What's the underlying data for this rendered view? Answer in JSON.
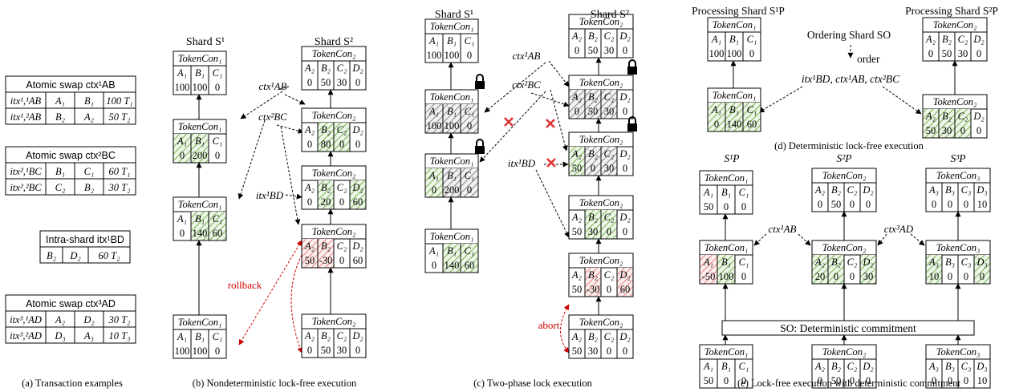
{
  "colors": {
    "line": "#000000",
    "green": "#6aa84f",
    "red": "#e06666",
    "gray": "#666666",
    "arrow_red": "#cc0000",
    "mark_red": "#e03030"
  },
  "panel_a": {
    "caption": "(a) Transaction examples",
    "tables": [
      {
        "title": "Atomic swap ctx¹AB",
        "rows": [
          [
            "itx¹,¹AB",
            "A₁",
            "B₁",
            "100 T₁"
          ],
          [
            "itx¹,²AB",
            "B₂",
            "A₂",
            "50 T₂"
          ]
        ]
      },
      {
        "title": "Atomic swap ctx²BC",
        "rows": [
          [
            "itx²,¹BC",
            "B₁",
            "C₁",
            "60 T₁"
          ],
          [
            "itx²,²BC",
            "C₂",
            "B₂",
            "30 T₂"
          ]
        ]
      },
      {
        "title": "Intra-shard itx¹BD",
        "rows": [
          [
            "B₂",
            "D₂",
            "60 T₂"
          ]
        ]
      },
      {
        "title": "Atomic swap ctx³AD",
        "rows": [
          [
            "itx³,¹AD",
            "A₂",
            "D₂",
            "30 T₂"
          ],
          [
            "itx³,²AD",
            "D₃",
            "A₃",
            "10 T₃"
          ]
        ]
      }
    ]
  },
  "panel_b": {
    "caption": "(b) Nondeterministic lock-free execution",
    "shard1": "Shard S¹",
    "shard2": "Shard S²",
    "labels": {
      "ctx_ab": "ctx¹AB",
      "ctx_bc": "ctx²BC",
      "itx_bd": "itx¹BD",
      "rollback": "rollback"
    }
  },
  "panel_c": {
    "caption": "(c) Two-phase lock execution",
    "shard1": "Shard S¹",
    "shard2": "Shard S²",
    "labels": {
      "ctx_ab": "ctx¹AB",
      "ctx_bc": "ctx²BC",
      "itx_bd": "itx¹BD",
      "abort": "abort"
    }
  },
  "panel_d": {
    "caption": "(d) Deterministic lock-free execution",
    "shard_p1": "Processing Shard S¹P",
    "shard_p2": "Processing Shard S²P",
    "ordering": "Ordering Shard SO",
    "order": "order",
    "seq": "itx¹BD, ctx¹AB, ctx²BC"
  },
  "panel_e": {
    "caption": "(e) Lock-free execution with deterministic commitment",
    "s1": "S¹P",
    "s2": "S²P",
    "s3": "S³P",
    "commit": "SO: Deterministic commitment",
    "labels": {
      "ctx_ab": "ctx¹AB",
      "ctx_ad": "ctx³AD"
    }
  },
  "contracts": {
    "b1": {
      "name": "TokenCon₁",
      "h": [
        "A₁",
        "B₁",
        "C₁"
      ],
      "v": [
        "100",
        "100",
        "0"
      ]
    },
    "b2": {
      "name": "TokenCon₁",
      "h": [
        "A₁",
        "B₁",
        "C₁"
      ],
      "v": [
        "0",
        "200",
        "0"
      ],
      "hl": [
        "green",
        "green",
        ""
      ]
    },
    "b3": {
      "name": "TokenCon₁",
      "h": [
        "A₁",
        "B₁",
        "C₁"
      ],
      "v": [
        "0",
        "140",
        "60"
      ],
      "hl": [
        "",
        "green",
        "green"
      ]
    },
    "b4": {
      "name": "TokenCon₁",
      "h": [
        "A₁",
        "B₁",
        "C₁"
      ],
      "v": [
        "100",
        "100",
        "0"
      ]
    },
    "b5": {
      "name": "TokenCon₂",
      "h": [
        "A₂",
        "B₂",
        "C₂",
        "D₂"
      ],
      "v": [
        "0",
        "50",
        "30",
        "0"
      ]
    },
    "b6": {
      "name": "TokenCon₂",
      "h": [
        "A₂",
        "B₂",
        "C₂",
        "D₂"
      ],
      "v": [
        "0",
        "80",
        "0",
        "0"
      ],
      "hl": [
        "",
        "green",
        "green",
        ""
      ]
    },
    "b7": {
      "name": "TokenCon₂",
      "h": [
        "A₂",
        "B₂",
        "C₂",
        "D₂"
      ],
      "v": [
        "0",
        "20",
        "0",
        "60"
      ],
      "hl": [
        "",
        "green",
        "",
        "green"
      ]
    },
    "b8": {
      "name": "TokenCon₂",
      "h": [
        "A₂",
        "B₂",
        "C₂",
        "D₂"
      ],
      "v": [
        "50",
        "-30",
        "0",
        "60"
      ],
      "hl": [
        "red",
        "red",
        "",
        ""
      ]
    },
    "b9": {
      "name": "TokenCon₂",
      "h": [
        "A₂",
        "B₂",
        "C₂",
        "D₂"
      ],
      "v": [
        "0",
        "50",
        "30",
        "0"
      ]
    },
    "c1": {
      "name": "TokenCon₁",
      "h": [
        "A₁",
        "B₁",
        "C₁"
      ],
      "v": [
        "100",
        "100",
        "0"
      ]
    },
    "c2": {
      "name": "TokenCon₁",
      "h": [
        "A₁",
        "B₁",
        "C₁"
      ],
      "v": [
        "100",
        "100",
        "0"
      ],
      "hl": [
        "gray",
        "gray",
        "gray"
      ]
    },
    "c3": {
      "name": "TokenCon₁",
      "h": [
        "A₁",
        "B₁",
        "C₁"
      ],
      "v": [
        "0",
        "200",
        "0"
      ],
      "hl": [
        "green",
        "gray",
        "gray"
      ]
    },
    "c4": {
      "name": "TokenCon₁",
      "h": [
        "A₁",
        "B₁",
        "C₁"
      ],
      "v": [
        "0",
        "140",
        "60"
      ],
      "hl": [
        "",
        "green",
        "green"
      ]
    },
    "c5": {
      "name": "TokenCon₂",
      "h": [
        "A₂",
        "B₂",
        "C₂",
        "D₂"
      ],
      "v": [
        "0",
        "50",
        "30",
        "0"
      ]
    },
    "c6": {
      "name": "TokenCon₂",
      "h": [
        "A₂",
        "B₂",
        "C₂",
        "D₂"
      ],
      "v": [
        "0",
        "50",
        "30",
        "0"
      ],
      "hl": [
        "gray",
        "gray",
        "gray",
        ""
      ]
    },
    "c7": {
      "name": "TokenCon₂",
      "h": [
        "A₂",
        "B₂",
        "C₂",
        "D₂"
      ],
      "v": [
        "50",
        "0",
        "30",
        "0"
      ],
      "hl": [
        "green",
        "gray",
        "gray",
        ""
      ]
    },
    "c8": {
      "name": "TokenCon₂",
      "h": [
        "A₂",
        "B₂",
        "C₂",
        "D₂"
      ],
      "v": [
        "50",
        "30",
        "0",
        "0"
      ],
      "hl": [
        "",
        "green",
        "green",
        ""
      ]
    },
    "c9": {
      "name": "TokenCon₂",
      "h": [
        "A₂",
        "B₂",
        "C₂",
        "D₂"
      ],
      "v": [
        "50",
        "-30",
        "0",
        "60"
      ],
      "hl": [
        "",
        "red",
        "",
        "red"
      ]
    },
    "c10": {
      "name": "TokenCon₂",
      "h": [
        "A₂",
        "B₂",
        "C₂",
        "D₂"
      ],
      "v": [
        "50",
        "30",
        "0",
        "0"
      ]
    },
    "d1": {
      "name": "TokenCon₁",
      "h": [
        "A₁",
        "B₁",
        "C₁"
      ],
      "v": [
        "100",
        "100",
        "0"
      ]
    },
    "d2": {
      "name": "TokenCon₁",
      "h": [
        "A₁",
        "B₁",
        "C₁"
      ],
      "v": [
        "0",
        "140",
        "60"
      ],
      "hl": [
        "green",
        "green",
        "green"
      ]
    },
    "d3": {
      "name": "TokenCon₂",
      "h": [
        "A₂",
        "B₂",
        "C₂",
        "D₂"
      ],
      "v": [
        "0",
        "50",
        "30",
        "0"
      ]
    },
    "d4": {
      "name": "TokenCon₂",
      "h": [
        "A₂",
        "B₂",
        "C₂",
        "D₂"
      ],
      "v": [
        "50",
        "30",
        "0",
        "0"
      ],
      "hl": [
        "green",
        "green",
        "green",
        ""
      ]
    },
    "e1": {
      "name": "TokenCon₁",
      "h": [
        "A₁",
        "B₁",
        "C₁"
      ],
      "v": [
        "50",
        "0",
        "0"
      ]
    },
    "e2": {
      "name": "TokenCon₁",
      "h": [
        "A₁",
        "B₁",
        "C₁"
      ],
      "v": [
        "-50",
        "100",
        "0"
      ],
      "hl": [
        "red",
        "green",
        ""
      ]
    },
    "e3": {
      "name": "TokenCon₁",
      "h": [
        "A₁",
        "B₁",
        "C₁"
      ],
      "v": [
        "50",
        "0",
        "0"
      ]
    },
    "e4": {
      "name": "TokenCon₂",
      "h": [
        "A₂",
        "B₂",
        "C₂",
        "D₂"
      ],
      "v": [
        "0",
        "50",
        "0",
        "0"
      ]
    },
    "e5": {
      "name": "TokenCon₂",
      "h": [
        "A₂",
        "B₂",
        "C₂",
        "D₂"
      ],
      "v": [
        "20",
        "0",
        "0",
        "30"
      ],
      "hl": [
        "green",
        "green",
        "",
        "green"
      ]
    },
    "e6": {
      "name": "TokenCon₂",
      "h": [
        "A₂",
        "B₂",
        "C₂",
        "D₂"
      ],
      "v": [
        "0",
        "50",
        "0",
        "0"
      ]
    },
    "e7": {
      "name": "TokenCon₃",
      "h": [
        "A₃",
        "B₃",
        "C₃",
        "D₃"
      ],
      "v": [
        "0",
        "0",
        "0",
        "10"
      ]
    },
    "e8": {
      "name": "TokenCon₃",
      "h": [
        "A₃",
        "B₃",
        "C₃",
        "D₃"
      ],
      "v": [
        "10",
        "0",
        "0",
        "0"
      ],
      "hl": [
        "green",
        "",
        "",
        "green"
      ]
    },
    "e9": {
      "name": "TokenCon₃",
      "h": [
        "A₃",
        "B₃",
        "C₃",
        "D₃"
      ],
      "v": [
        "0",
        "0",
        "0",
        "10"
      ]
    }
  }
}
